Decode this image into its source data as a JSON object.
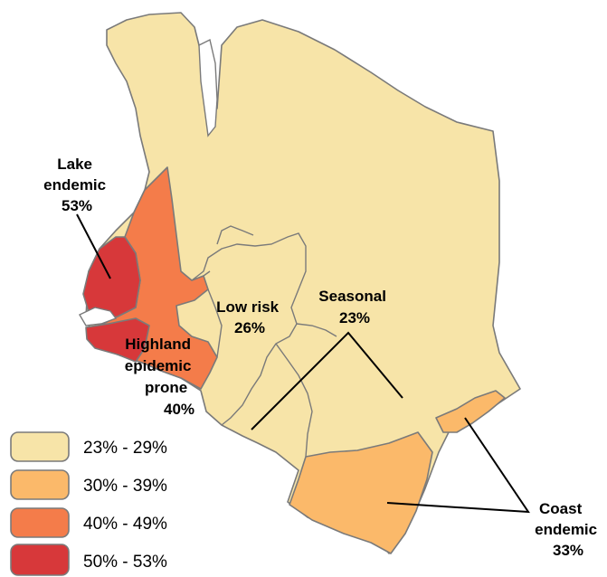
{
  "colors": {
    "c1": "#f7e4a8",
    "c2": "#fbb96a",
    "c3": "#f47c4a",
    "c4": "#d7383a"
  },
  "labels": {
    "lake": [
      "Lake",
      "endemic",
      "53%"
    ],
    "low_risk": [
      "Low risk",
      "26%"
    ],
    "seasonal": [
      "Seasonal",
      "23%"
    ],
    "highland": [
      "Highland",
      "epidemic",
      "prone",
      "40%"
    ],
    "coast": [
      "Coast",
      "endemic",
      "33%"
    ]
  },
  "legend": [
    {
      "label": "23% - 29%",
      "color": "#f7e4a8"
    },
    {
      "label": "30% - 39%",
      "color": "#fbb96a"
    },
    {
      "label": "40% - 49%",
      "color": "#f47c4a"
    },
    {
      "label": "50% - 53%",
      "color": "#d7383a"
    }
  ]
}
